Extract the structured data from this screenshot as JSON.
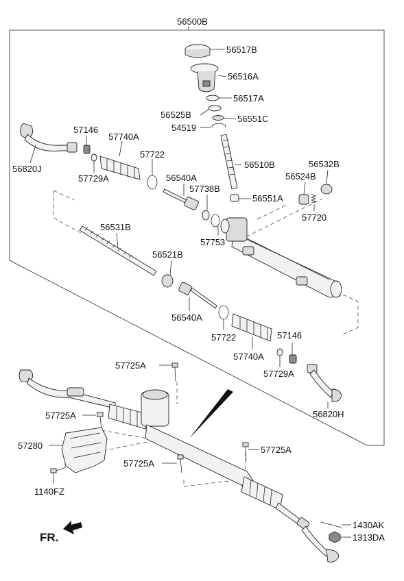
{
  "labels": {
    "assembly": "56500B",
    "l56517B": "56517B",
    "l56516A": "56516A",
    "l56517A": "56517A",
    "l56525B": "56525B",
    "l56551C": "56551C",
    "l54519": "54519",
    "l57146_top": "57146",
    "l57740A_top": "57740A",
    "l57722_top": "57722",
    "l56820J": "56820J",
    "l57729A_top": "57729A",
    "l56510B": "56510B",
    "l56532B": "56532B",
    "l56524B": "56524B",
    "l56540A_top": "56540A",
    "l57738B": "57738B",
    "l56551A": "56551A",
    "l57720": "57720",
    "l57753": "57753",
    "l56531B": "56531B",
    "l56521B": "56521B",
    "l56540A_bottom": "56540A",
    "l57722_bottom": "57722",
    "l57146_bottom": "57146",
    "l57740A_bottom": "57740A",
    "l57729A_bottom": "57729A",
    "l56820H": "56820H",
    "l57725A_1": "57725A",
    "l57725A_2": "57725A",
    "l57725A_3": "57725A",
    "l57725A_4": "57725A",
    "l57280": "57280",
    "l1140FZ": "1140FZ",
    "l1430AK": "1430AK",
    "l1313DA": "1313DA",
    "fr": "FR."
  }
}
